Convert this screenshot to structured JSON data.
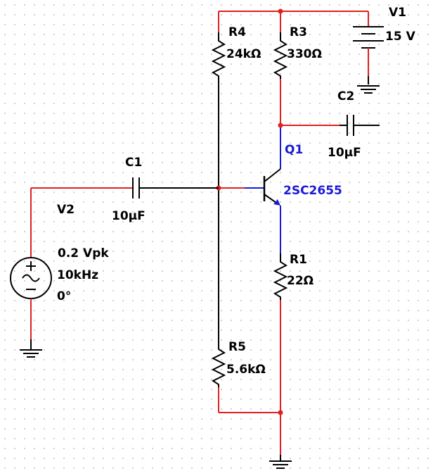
{
  "components": {
    "V1": {
      "name": "V1",
      "value": "15 V"
    },
    "R4": {
      "name": "R4",
      "value": "24kΩ"
    },
    "R3": {
      "name": "R3",
      "value": "330Ω"
    },
    "C2": {
      "name": "C2",
      "value": "10µF"
    },
    "Q1": {
      "name": "Q1",
      "model": "2SC2655"
    },
    "C1": {
      "name": "C1",
      "value": "10µF"
    },
    "V2": {
      "name": "V2",
      "amplitude": "0.2 Vpk",
      "frequency": "10kHz",
      "phase": "0°"
    },
    "R1": {
      "name": "R1",
      "value": "22Ω"
    },
    "R5": {
      "name": "R5",
      "value": "5.6kΩ"
    }
  },
  "colors": {
    "wire_power": "#e02020",
    "wire_signal": "#000000",
    "transistor": "#1a1ad6",
    "junction": "#e02020",
    "grid_dot": "#b0b0b0"
  }
}
